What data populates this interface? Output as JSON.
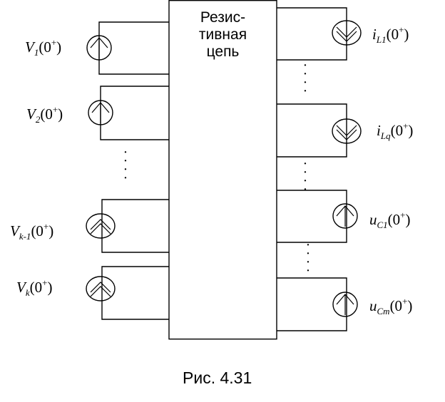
{
  "block": {
    "lines": [
      "Резис-",
      "тивная",
      "цепь"
    ]
  },
  "left_sources": [
    {
      "name": "V",
      "sub": "1",
      "arg": "(0",
      "sup": "+",
      "close": ")",
      "icon": "up-arrow-circle"
    },
    {
      "name": "V",
      "sub": "2",
      "arg": "(0",
      "sup": "+",
      "close": ")",
      "icon": "up-arrow-circle"
    },
    {
      "name": "V",
      "sub": "k-1",
      "arg": "(0",
      "sup": "+",
      "close": ")",
      "icon": "double-chevron-up-circle"
    },
    {
      "name": "V",
      "sub": "k",
      "arg": "(0",
      "sup": "+",
      "close": ")",
      "icon": "double-chevron-up-circle"
    }
  ],
  "right_sources": [
    {
      "name": "i",
      "sub": "L1",
      "arg": "(0",
      "sup": "+",
      "close": ")",
      "icon": "double-chevron-down-circle"
    },
    {
      "name": "i",
      "sub": "Lq",
      "arg": "(0",
      "sup": "+",
      "close": ")",
      "icon": "double-chevron-down-circle"
    },
    {
      "name": "u",
      "sub": "C1",
      "arg": "(0",
      "sup": "+",
      "close": ")",
      "icon": "up-arrow-circle"
    },
    {
      "name": "u",
      "sub": "Cm",
      "arg": "(0",
      "sup": "+",
      "close": ")",
      "icon": "up-arrow-circle"
    }
  ],
  "caption": "Рис. 4.31"
}
